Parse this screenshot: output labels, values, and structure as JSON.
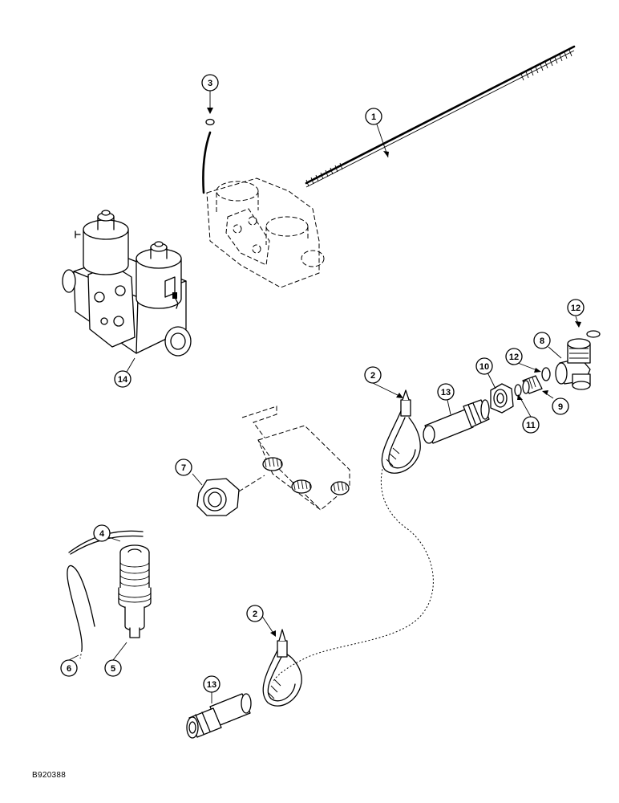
{
  "diagram": {
    "reference_code": "B920388",
    "callouts": [
      {
        "id": "c1",
        "label": "1"
      },
      {
        "id": "c2a",
        "label": "2"
      },
      {
        "id": "c2b",
        "label": "2"
      },
      {
        "id": "c3",
        "label": "3"
      },
      {
        "id": "c4",
        "label": "4"
      },
      {
        "id": "c5",
        "label": "5"
      },
      {
        "id": "c6",
        "label": "6"
      },
      {
        "id": "c7",
        "label": "7"
      },
      {
        "id": "c8",
        "label": "8"
      },
      {
        "id": "c9",
        "label": "9"
      },
      {
        "id": "c10",
        "label": "10"
      },
      {
        "id": "c11",
        "label": "11"
      },
      {
        "id": "c12a",
        "label": "12"
      },
      {
        "id": "c12b",
        "label": "12"
      },
      {
        "id": "c13a",
        "label": "13"
      },
      {
        "id": "c13b",
        "label": "13"
      },
      {
        "id": "c14",
        "label": "14"
      }
    ]
  }
}
